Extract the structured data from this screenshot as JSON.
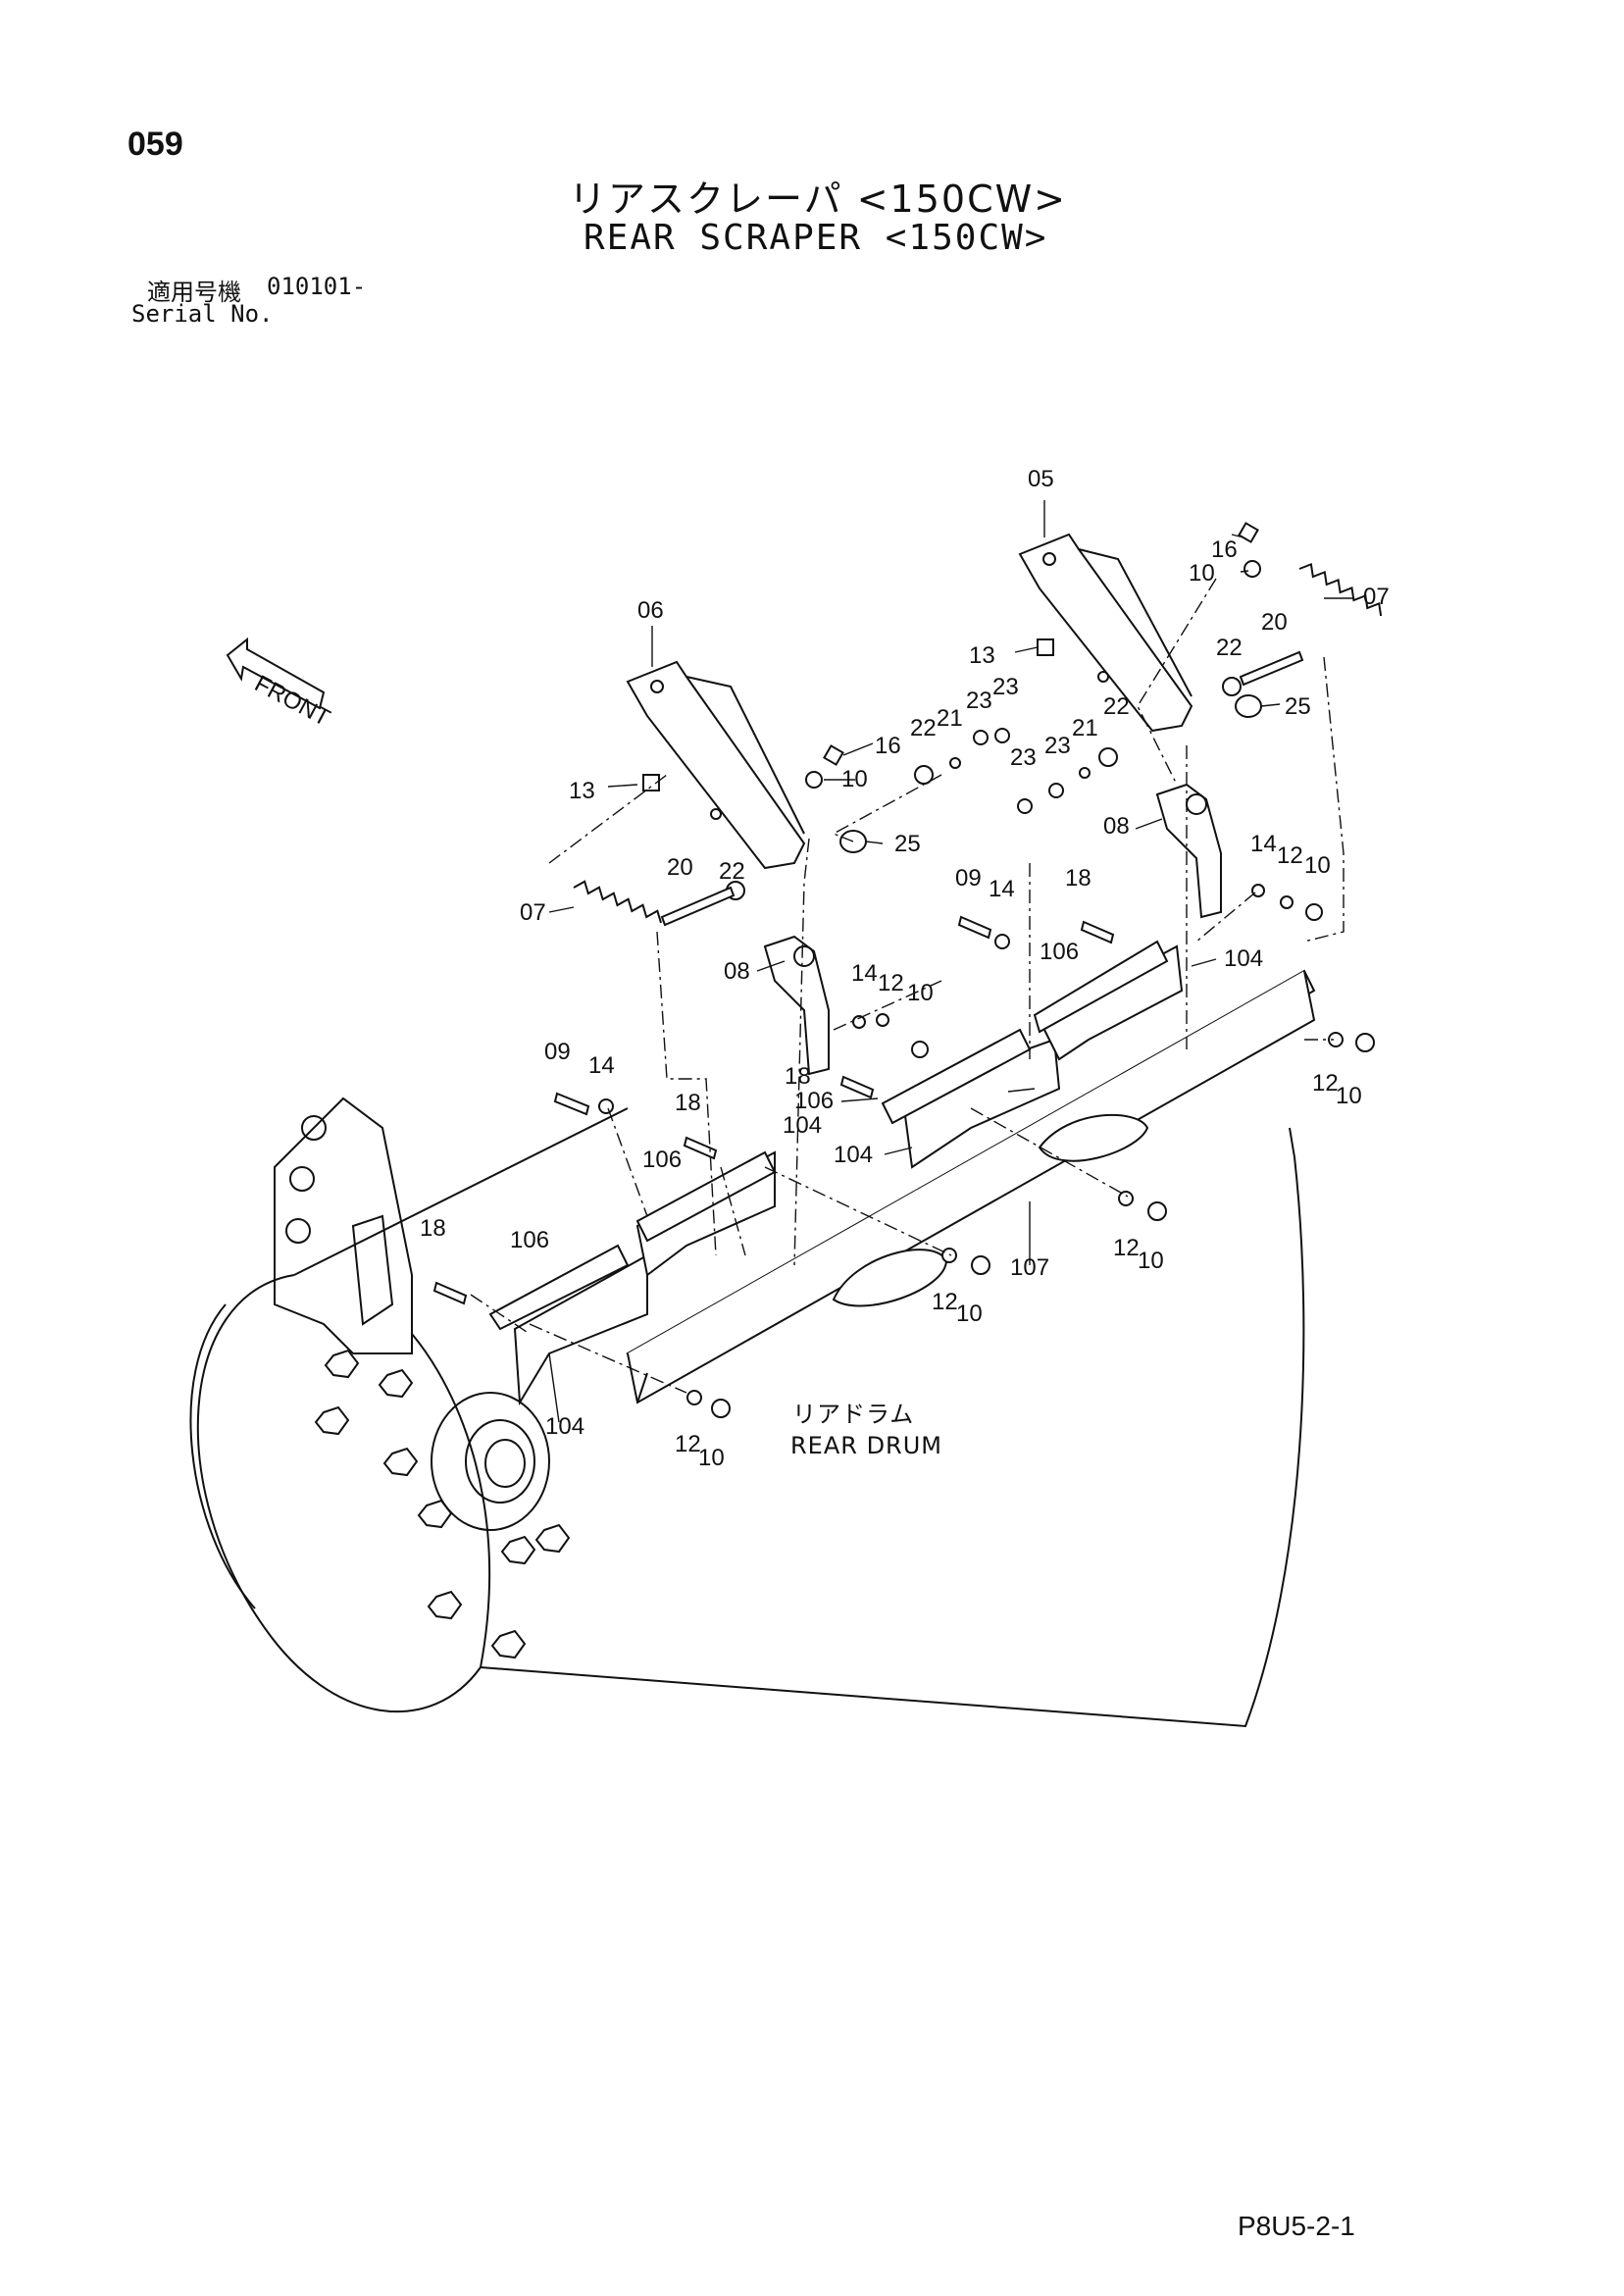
{
  "page_number": "059",
  "title_jp": "リアスクレーパ <150CW>",
  "title_en": "REAR SCRAPER <150CW>",
  "serial": {
    "label_jp": "適用号機",
    "value": "010101-",
    "label_en": "Serial No."
  },
  "front_arrow_label": "FRONT",
  "drum_label_jp": "リアドラム",
  "drum_label_en": "REAR DRUM",
  "doc_code": "P8U5-2-1",
  "callouts": {
    "c05": "05",
    "c06": "06",
    "c07a": "07",
    "c07b": "07",
    "c08a": "08",
    "c08b": "08",
    "c09a": "09",
    "c09b": "09",
    "c10a": "10",
    "c10b": "10",
    "c10c": "10",
    "c10d": "10",
    "c10e": "10",
    "c10f": "10",
    "c10g": "10",
    "c10h": "10",
    "c12a": "12",
    "c12b": "12",
    "c12c": "12",
    "c12d": "12",
    "c12e": "12",
    "c12f": "12",
    "c13a": "13",
    "c13b": "13",
    "c14a": "14",
    "c14b": "14",
    "c14c": "14",
    "c14d": "14",
    "c16a": "16",
    "c16b": "16",
    "c18a": "18",
    "c18b": "18",
    "c18c": "18",
    "c18d": "18",
    "c20a": "20",
    "c20b": "20",
    "c21a": "21",
    "c21b": "21",
    "c22a": "22",
    "c22b": "22",
    "c22c": "22",
    "c22d": "22",
    "c23a": "23",
    "c23b": "23",
    "c23c": "23",
    "c23d": "23",
    "c25a": "25",
    "c25b": "25",
    "c104a": "104",
    "c104b": "104",
    "c104c": "104",
    "c104d": "104",
    "c106a": "106",
    "c106b": "106",
    "c106c": "106",
    "c106d": "106",
    "c107": "107"
  }
}
